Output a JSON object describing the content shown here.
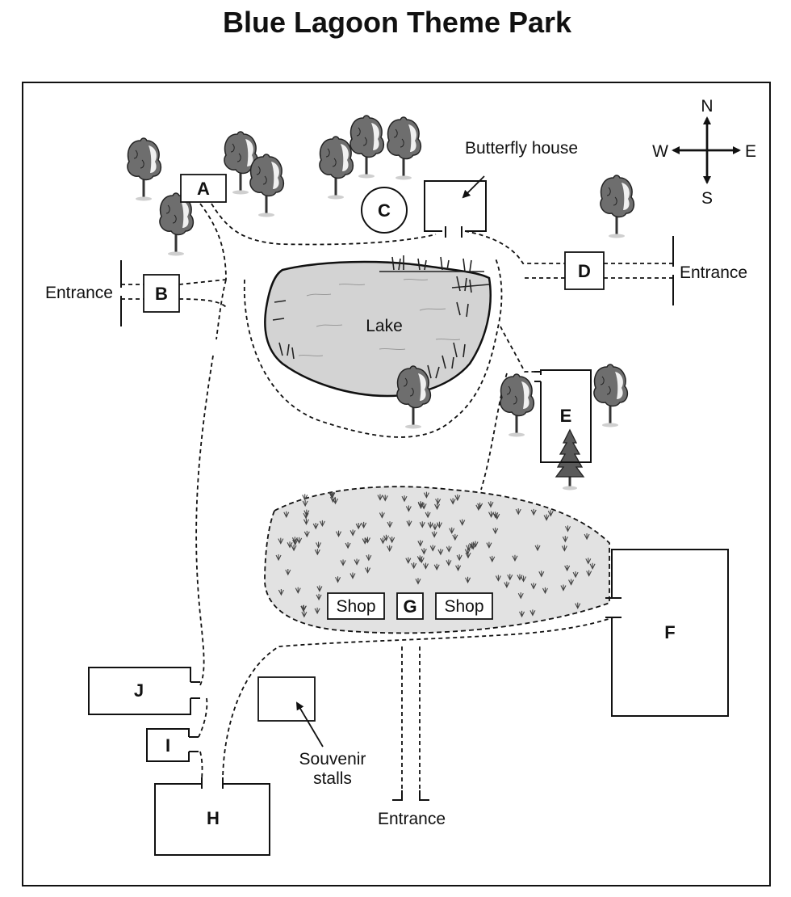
{
  "title": "Blue Lagoon Theme Park",
  "compass": {
    "north": "N",
    "south": "S",
    "east": "E",
    "west": "W"
  },
  "labels": {
    "butterfly_house": "Butterfly house",
    "entrance_west": "Entrance",
    "entrance_east": "Entrance",
    "entrance_south": "Entrance",
    "lake": "Lake",
    "shop_left": "Shop",
    "shop_right": "Shop",
    "souvenir_stalls_line1": "Souvenir",
    "souvenir_stalls_line2": "stalls"
  },
  "locations": {
    "a": "A",
    "b": "B",
    "c": "C",
    "d": "D",
    "e": "E",
    "f": "F",
    "g": "G",
    "h": "H",
    "i": "I",
    "j": "J"
  }
}
